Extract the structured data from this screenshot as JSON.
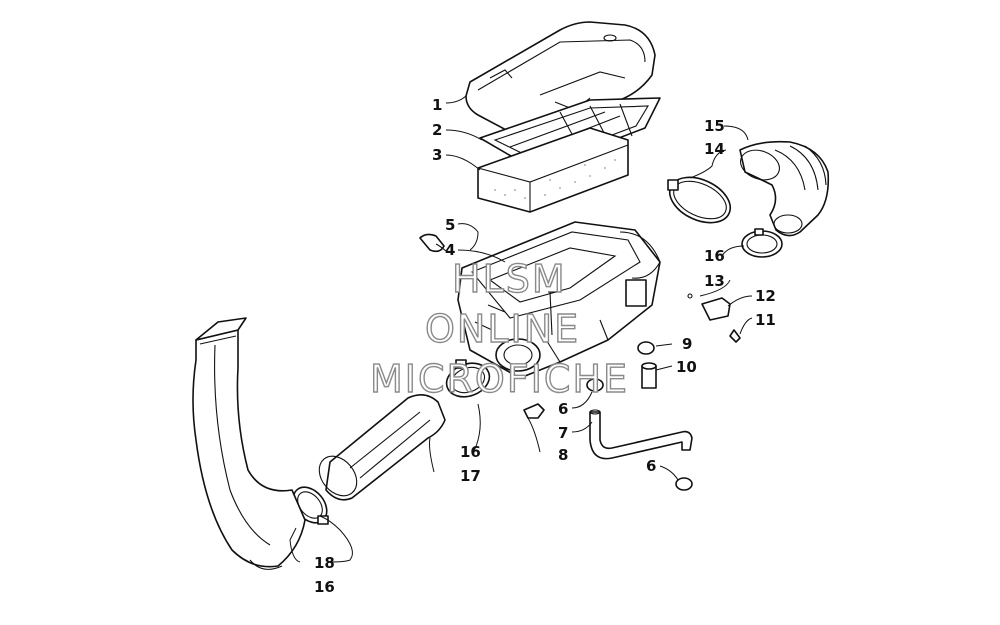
{
  "diagram": {
    "callouts": [
      "1",
      "2",
      "3",
      "4",
      "5",
      "6",
      "6",
      "7",
      "8",
      "9",
      "10",
      "11",
      "12",
      "13",
      "14",
      "15",
      "16",
      "16",
      "16",
      "17",
      "18"
    ]
  },
  "watermark": {
    "line1": "HLSM",
    "line2": "ONLINE",
    "line3": "MICROFICHE"
  }
}
